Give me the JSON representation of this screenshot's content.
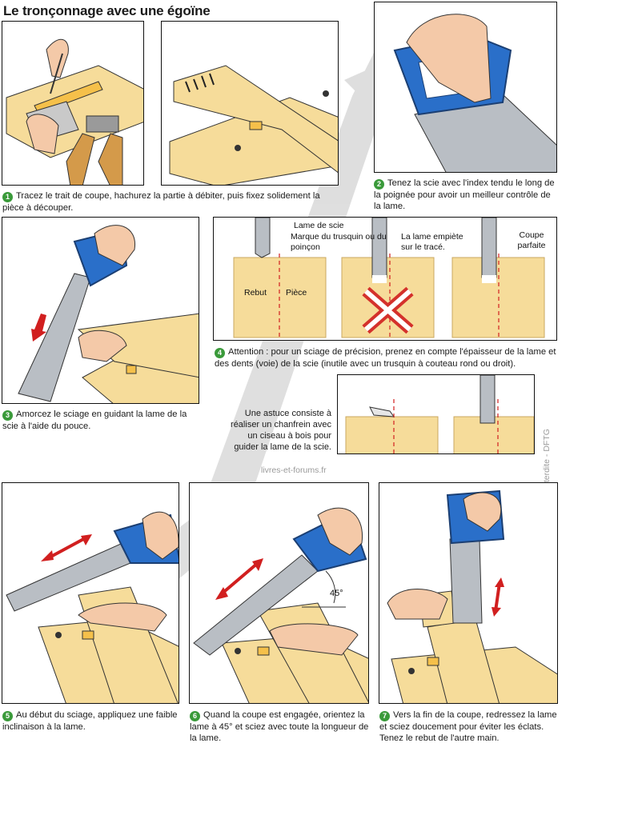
{
  "title": "Le tronçonnage avec une égoïne",
  "captions": {
    "c1": {
      "num": "1",
      "text": "Tracez le trait de coupe, hachurez la partie à débiter, puis fixez solidement la pièce à découper."
    },
    "c2": {
      "num": "2",
      "text": "Tenez la scie avec l'index tendu le long de la poignée pour avoir un meilleur contrôle de la lame."
    },
    "c3": {
      "num": "3",
      "text": "Amorcez le sciage en guidant la lame de la scie à l'aide du pouce."
    },
    "c4": {
      "num": "4",
      "text": "Attention : pour un sciage de précision, prenez en compte l'épaisseur de la lame et des dents (voie) de la scie (inutile avec un trusquin à couteau rond ou droit)."
    },
    "c5": {
      "num": "5",
      "text": "Au début du sciage, appliquez une faible inclinaison à la lame."
    },
    "c6": {
      "num": "6",
      "text": "Quand la coupe est engagée, orientez la lame à 45° et sciez avec toute la longueur de la lame."
    },
    "c7": {
      "num": "7",
      "text": "Vers la fin de la coupe, redressez la lame et sciez doucement pour éviter les éclats. Tenez le rebut de l'autre main."
    }
  },
  "panel4": {
    "lame": "Lame de scie",
    "marque": "Marque du trusquin ou du poinçon",
    "empiete": "La lame empiète sur le tracé.",
    "coupe": "Coupe parfaite",
    "rebut": "Rebut",
    "piece": "Pièce"
  },
  "tip": "Une astuce consiste à réaliser un chanfrein avec un ciseau à bois pour guider la lame de la scie.",
  "angle": "45°",
  "watermark": "livres-et-forums.fr",
  "rights": "Tous droits réservés - Reproduction interdite - DFTG",
  "colors": {
    "handle": "#2a6fc9",
    "wood": "#f6dc9a",
    "arrow": "#d11f1f",
    "green": "#3a9a3a",
    "blade": "#b9bec4"
  }
}
